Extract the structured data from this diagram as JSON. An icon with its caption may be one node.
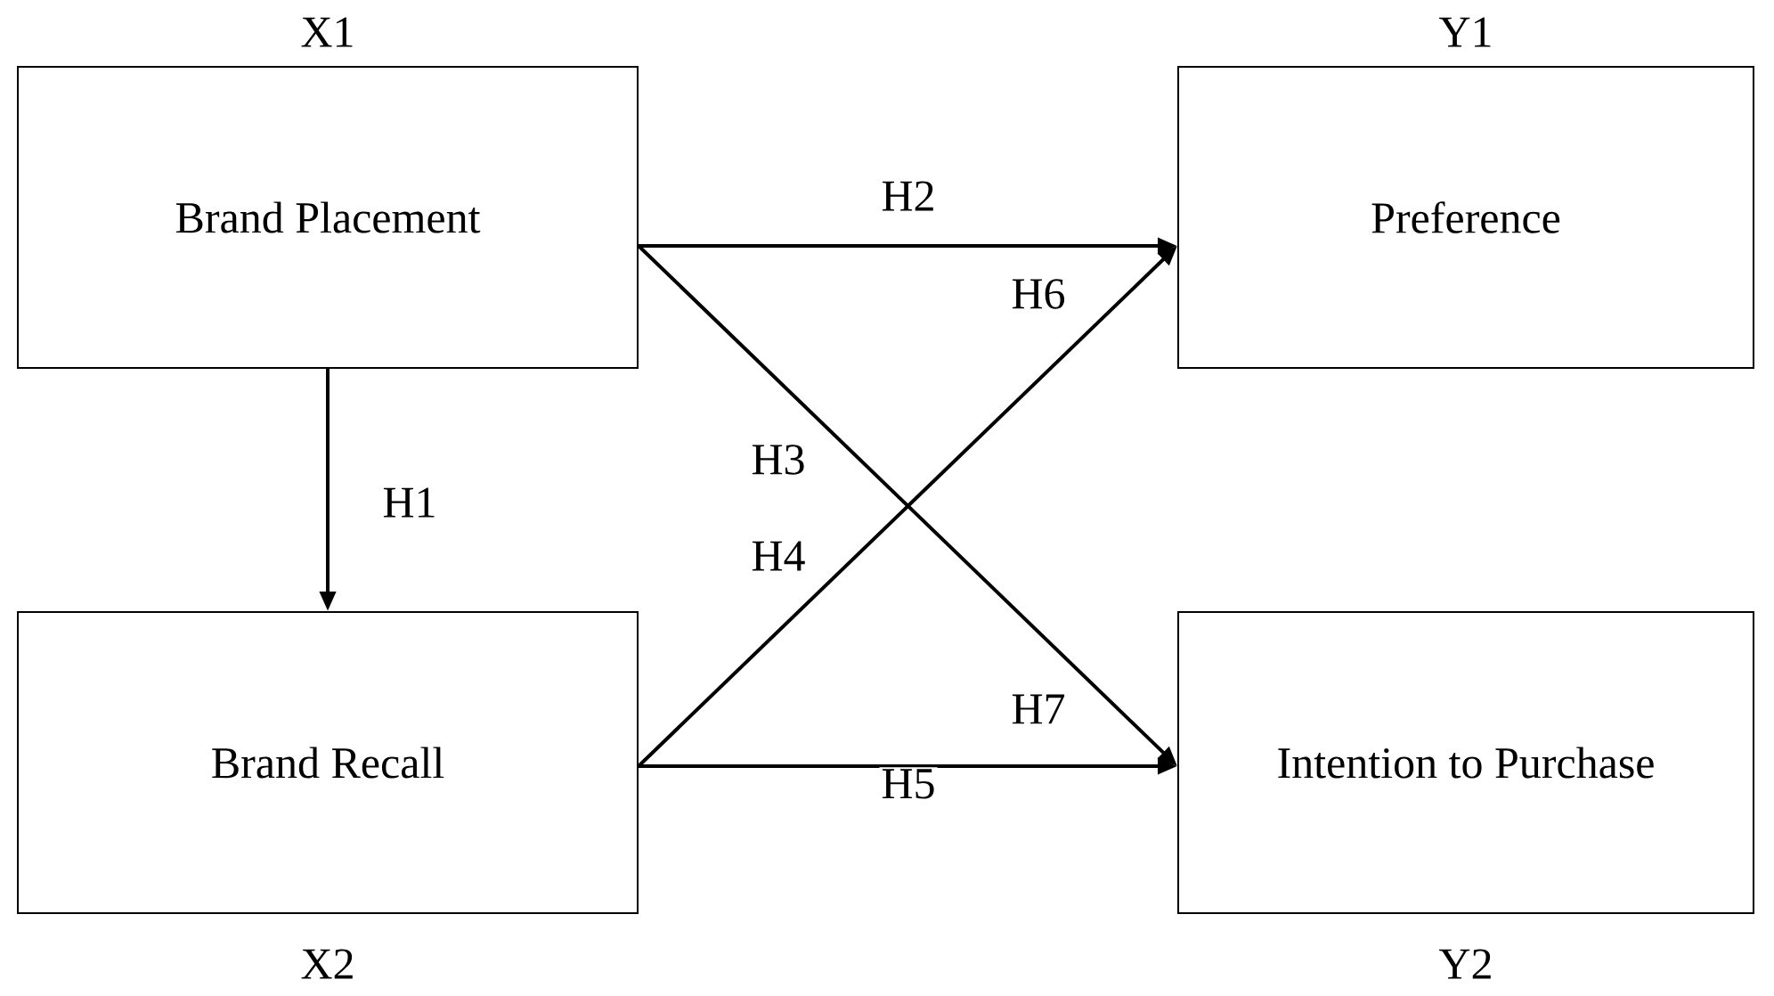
{
  "diagram": {
    "nodes": [
      {
        "text": [
          "Brand Placement"
        ],
        "beside": [
          "X1"
        ]
      },
      {
        "text": [
          "Preference"
        ],
        "beside": [
          "Y1"
        ]
      },
      {
        "text": [
          "Brand Recall"
        ],
        "beside": [
          "X2"
        ]
      },
      {
        "text": [
          "Intention to Purchase"
        ],
        "beside": [
          "Y2"
        ]
      }
    ],
    "edges": [
      {
        "from": 0,
        "to": 2,
        "arrow": "to",
        "label": "H1"
      },
      {
        "from": 0,
        "to": 1,
        "arrow": "to",
        "label": "H2"
      },
      {
        "from": 0,
        "to": 3,
        "arrow": "to",
        "label": "H3"
      },
      {
        "from": 2,
        "to": 1,
        "arrow": "to",
        "label": "H4"
      },
      {
        "from": 2,
        "to": 3,
        "arrow": "to",
        "label": "H5"
      }
    ],
    "labels": [
      "H6",
      "H7"
    ]
  }
}
